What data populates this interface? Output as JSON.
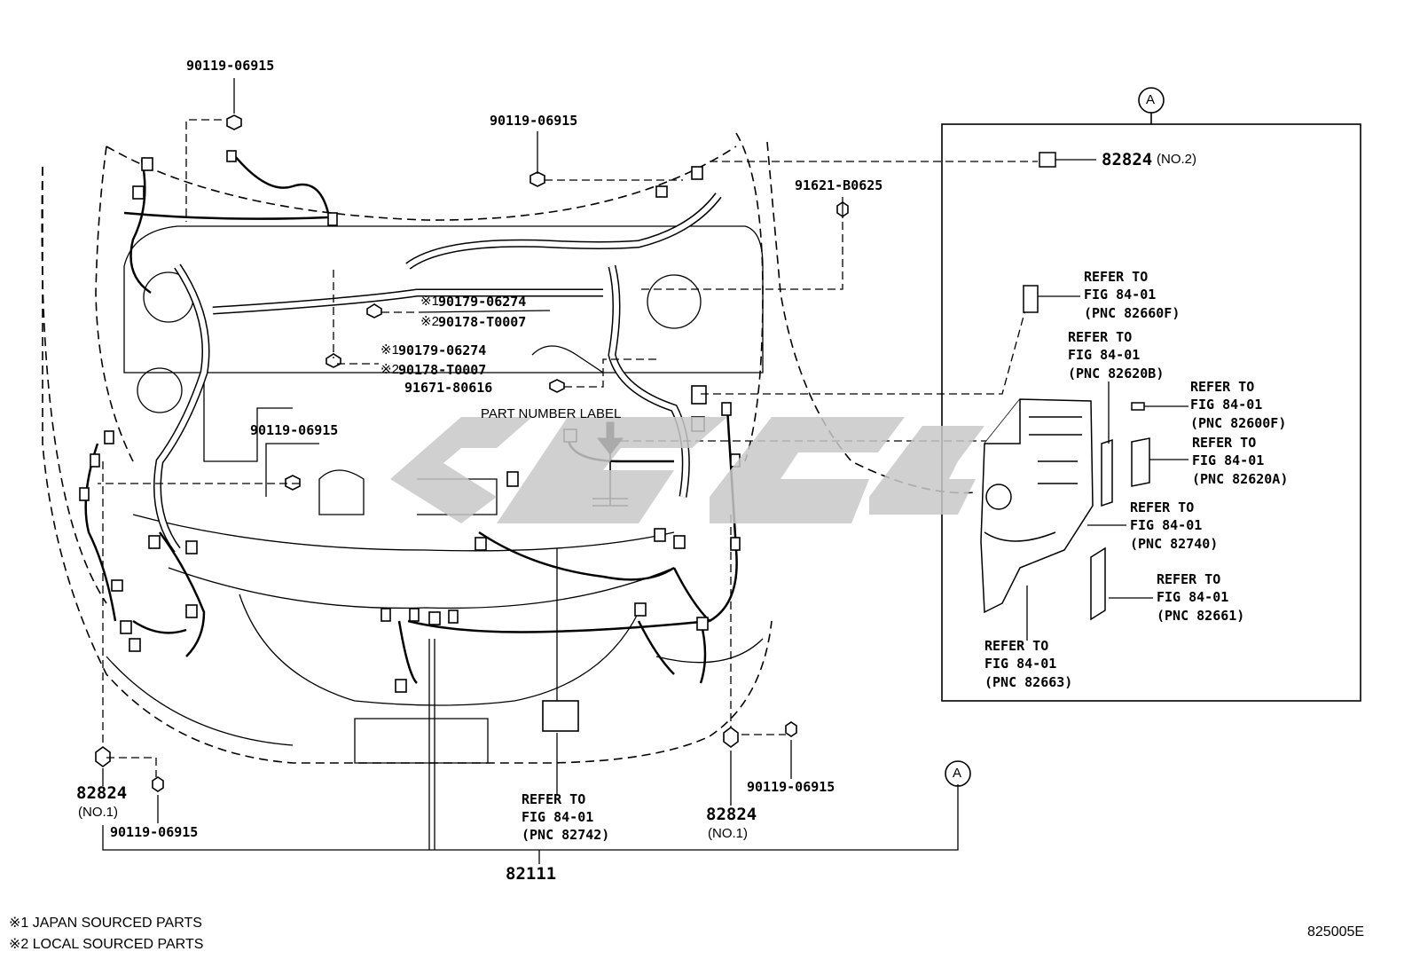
{
  "labels": {
    "bolt_top_left": "90119-06915",
    "bolt_top_center": "90119-06915",
    "bolt_91621": "91621-B0625",
    "n1_90179_a_mark": "※1",
    "n1_90179_a": "90179-06274",
    "n2_90178_a_mark": "※2",
    "n2_90178_a": "90178-T0007",
    "n1_90179_b_mark": "※1",
    "n1_90179_b": "90179-06274",
    "n2_90178_b_mark": "※2",
    "n2_90178_b": "90178-T0007",
    "clip_91671": "91671-80616",
    "part_number_label": "PART NUMBER LABEL",
    "bolt_mid_left": "90119-06915",
    "left_82824": "82824",
    "left_82824_no": "(NO.1)",
    "left_bolt": "90119-06915",
    "bottom_refer_l1": "REFER TO",
    "bottom_refer_l2": "FIG 84-01",
    "bottom_refer_l3": "(PNC 82742)",
    "center_82824": "82824",
    "center_82824_no": "(NO.1)",
    "right_bolt": "90119-06915",
    "main_harness": "82111",
    "callout_a": "A",
    "note1": "※1 JAPAN SOURCED PARTS",
    "note2": "※2 LOCAL SOURCED PARTS",
    "figure_id": "825005E"
  },
  "inset": {
    "callout_a": "A",
    "part_82824": "82824",
    "part_82824_no": "(NO.2)",
    "refs": [
      {
        "l1": "REFER TO",
        "l2": "FIG 84-01",
        "l3": "(PNC 82660F)"
      },
      {
        "l1": "REFER TO",
        "l2": "FIG 84-01",
        "l3": "(PNC 82620B)"
      },
      {
        "l1": "REFER TO",
        "l2": "FIG 84-01",
        "l3": "(PNC 82600F)"
      },
      {
        "l1": "REFER TO",
        "l2": "FIG 84-01",
        "l3": "(PNC 82620A)"
      },
      {
        "l1": "REFER TO",
        "l2": "FIG 84-01",
        "l3": "(PNC 82740)"
      },
      {
        "l1": "REFER TO",
        "l2": "FIG 84-01",
        "l3": "(PNC 82661)"
      },
      {
        "l1": "REFER TO",
        "l2": "FIG 84-01",
        "l3": "(PNC 82663)"
      }
    ]
  },
  "colors": {
    "line": "#000000",
    "watermark": "#c8c8c8"
  }
}
